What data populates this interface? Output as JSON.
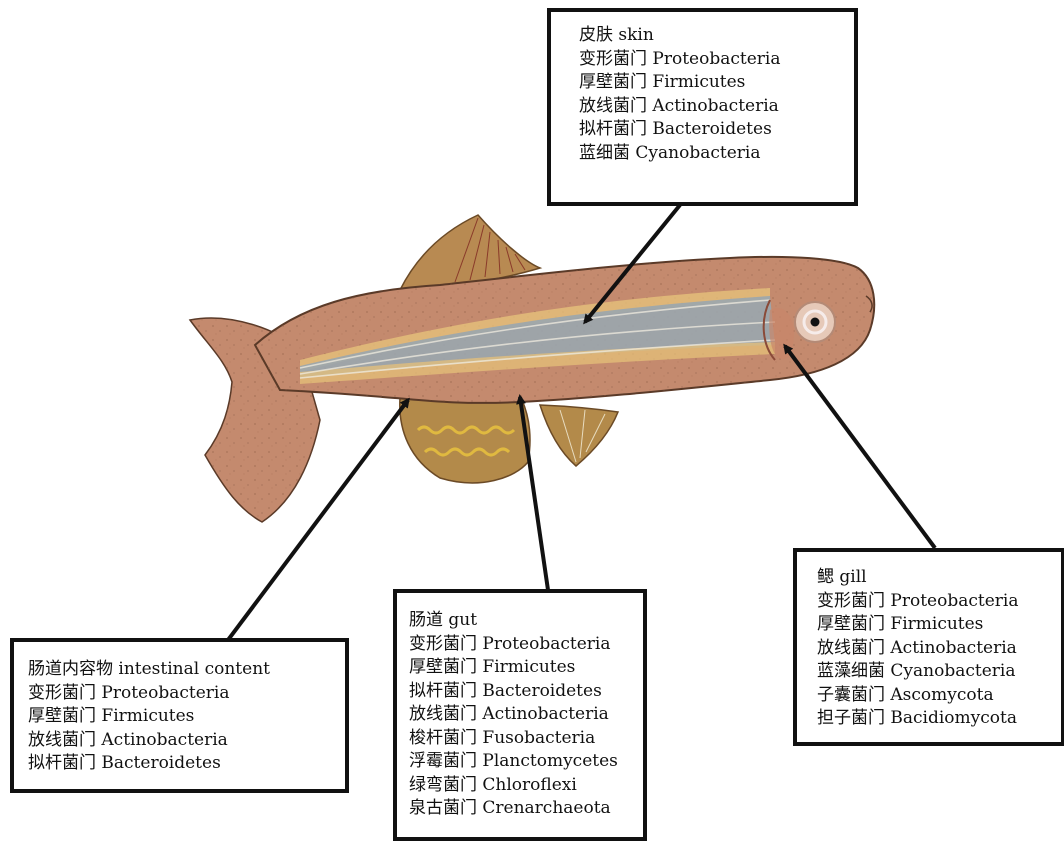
{
  "diagram": {
    "boxes": {
      "skin": {
        "title": "皮肤 skin",
        "items": [
          "变形菌门 Proteobacteria",
          "厚壁菌门 Firmicutes",
          "放线菌门 Actinobacteria",
          "拟杆菌门 Bacteroidetes",
          "蓝细菌 Cyanobacteria"
        ]
      },
      "gill": {
        "title": "鳃 gill",
        "items": [
          "变形菌门 Proteobacteria",
          "厚壁菌门 Firmicutes",
          "放线菌门 Actinobacteria",
          "蓝藻细菌 Cyanobacteria",
          "子囊菌门 Ascomycota",
          "担子菌门 Bacidiomycota"
        ]
      },
      "gut": {
        "title": "肠道 gut",
        "items": [
          "变形菌门 Proteobacteria",
          "厚壁菌门 Firmicutes",
          "拟杆菌门 Bacteroidetes",
          "放线菌门 Actinobacteria",
          "梭杆菌门 Fusobacteria",
          "浮霉菌门 Planctomycetes",
          "绿弯菌门 Chloroflexi",
          "泉古菌门 Crenarchaeota"
        ]
      },
      "intestine": {
        "title": "肠道内容物 intestinal content",
        "items": [
          "变形菌门 Proteobacteria",
          "厚壁菌门 Firmicutes",
          "放线菌门 Actinobacteria",
          "拟杆菌门 Bacteroidetes"
        ]
      }
    },
    "colors": {
      "body": "#c48a6e",
      "stripe_blue": "#9aa6ae",
      "stripe_gold": "#d8b25a",
      "fin": "#b38a4a",
      "arrow": "#111111"
    }
  }
}
